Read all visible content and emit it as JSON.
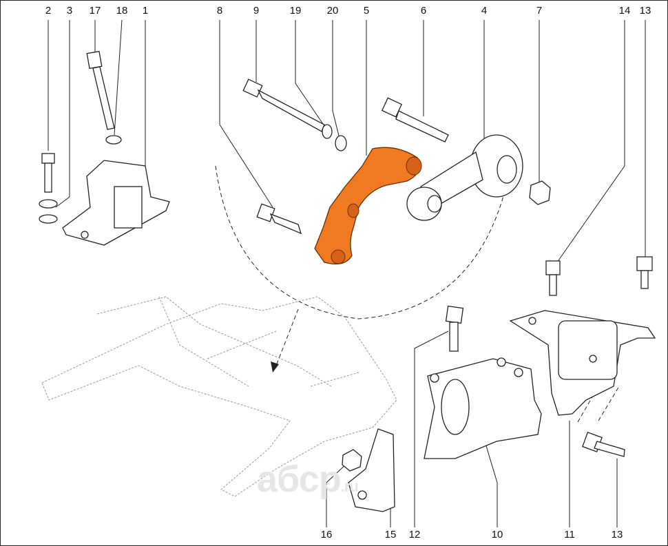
{
  "diagram": {
    "top_callouts": [
      "2",
      "3",
      "17",
      "18",
      "1",
      "8",
      "9",
      "19",
      "20",
      "5",
      "6",
      "4",
      "7",
      "14",
      "13"
    ],
    "bottom_callouts": [
      "16",
      "15",
      "12",
      "10",
      "11",
      "13"
    ],
    "highlight_color": "#f07a22",
    "highlighted_part": "5",
    "watermark": {
      "text": "абср",
      "suffix": ".ru"
    }
  }
}
